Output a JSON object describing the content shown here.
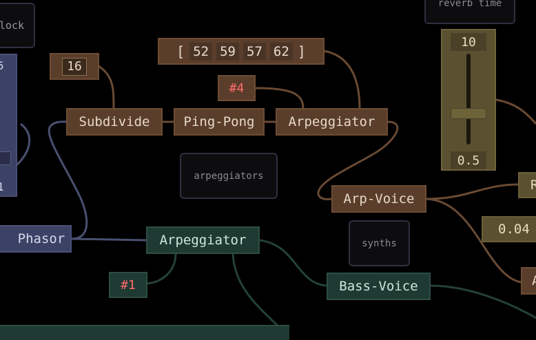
{
  "colors": {
    "background": "#000000",
    "brown_node": "#5a3e2b",
    "green_node": "#1f3a33",
    "slate_node": "#3c4266",
    "olive_node": "#5b5030",
    "brown_wire": "#6a4a33",
    "green_wire": "#234238",
    "slate_wire": "#4a5070",
    "red_text": "#ff6b6b"
  },
  "clock_label": "lock",
  "reverb_label": "reverb time",
  "number_16": "16",
  "tag_4": "#4",
  "tag_1": "#1",
  "array": {
    "open": "[",
    "close": "]",
    "items": [
      "52",
      "59",
      "57",
      "62"
    ]
  },
  "nodes": {
    "subdivide": "Subdivide",
    "ping_pong": "Ping-Pong",
    "arpeggiator_top": "Arpeggiator",
    "arp_voice": "Arp-Voice",
    "phasor": "Phasor",
    "arpeggiator_bottom": "Arpeggiator",
    "bass_voice": "Bass-Voice"
  },
  "group_labels": {
    "arpeggiators": "arpeggiators",
    "synths": "synths"
  },
  "slider": {
    "max_label": "10",
    "min_label": "0.5",
    "value_fraction": 0.32
  },
  "edge": {
    "slate_top_text": "5",
    "slate_bottom_text": "1",
    "r_node": "R",
    "value_box": "0.04",
    "a_node": "A"
  }
}
